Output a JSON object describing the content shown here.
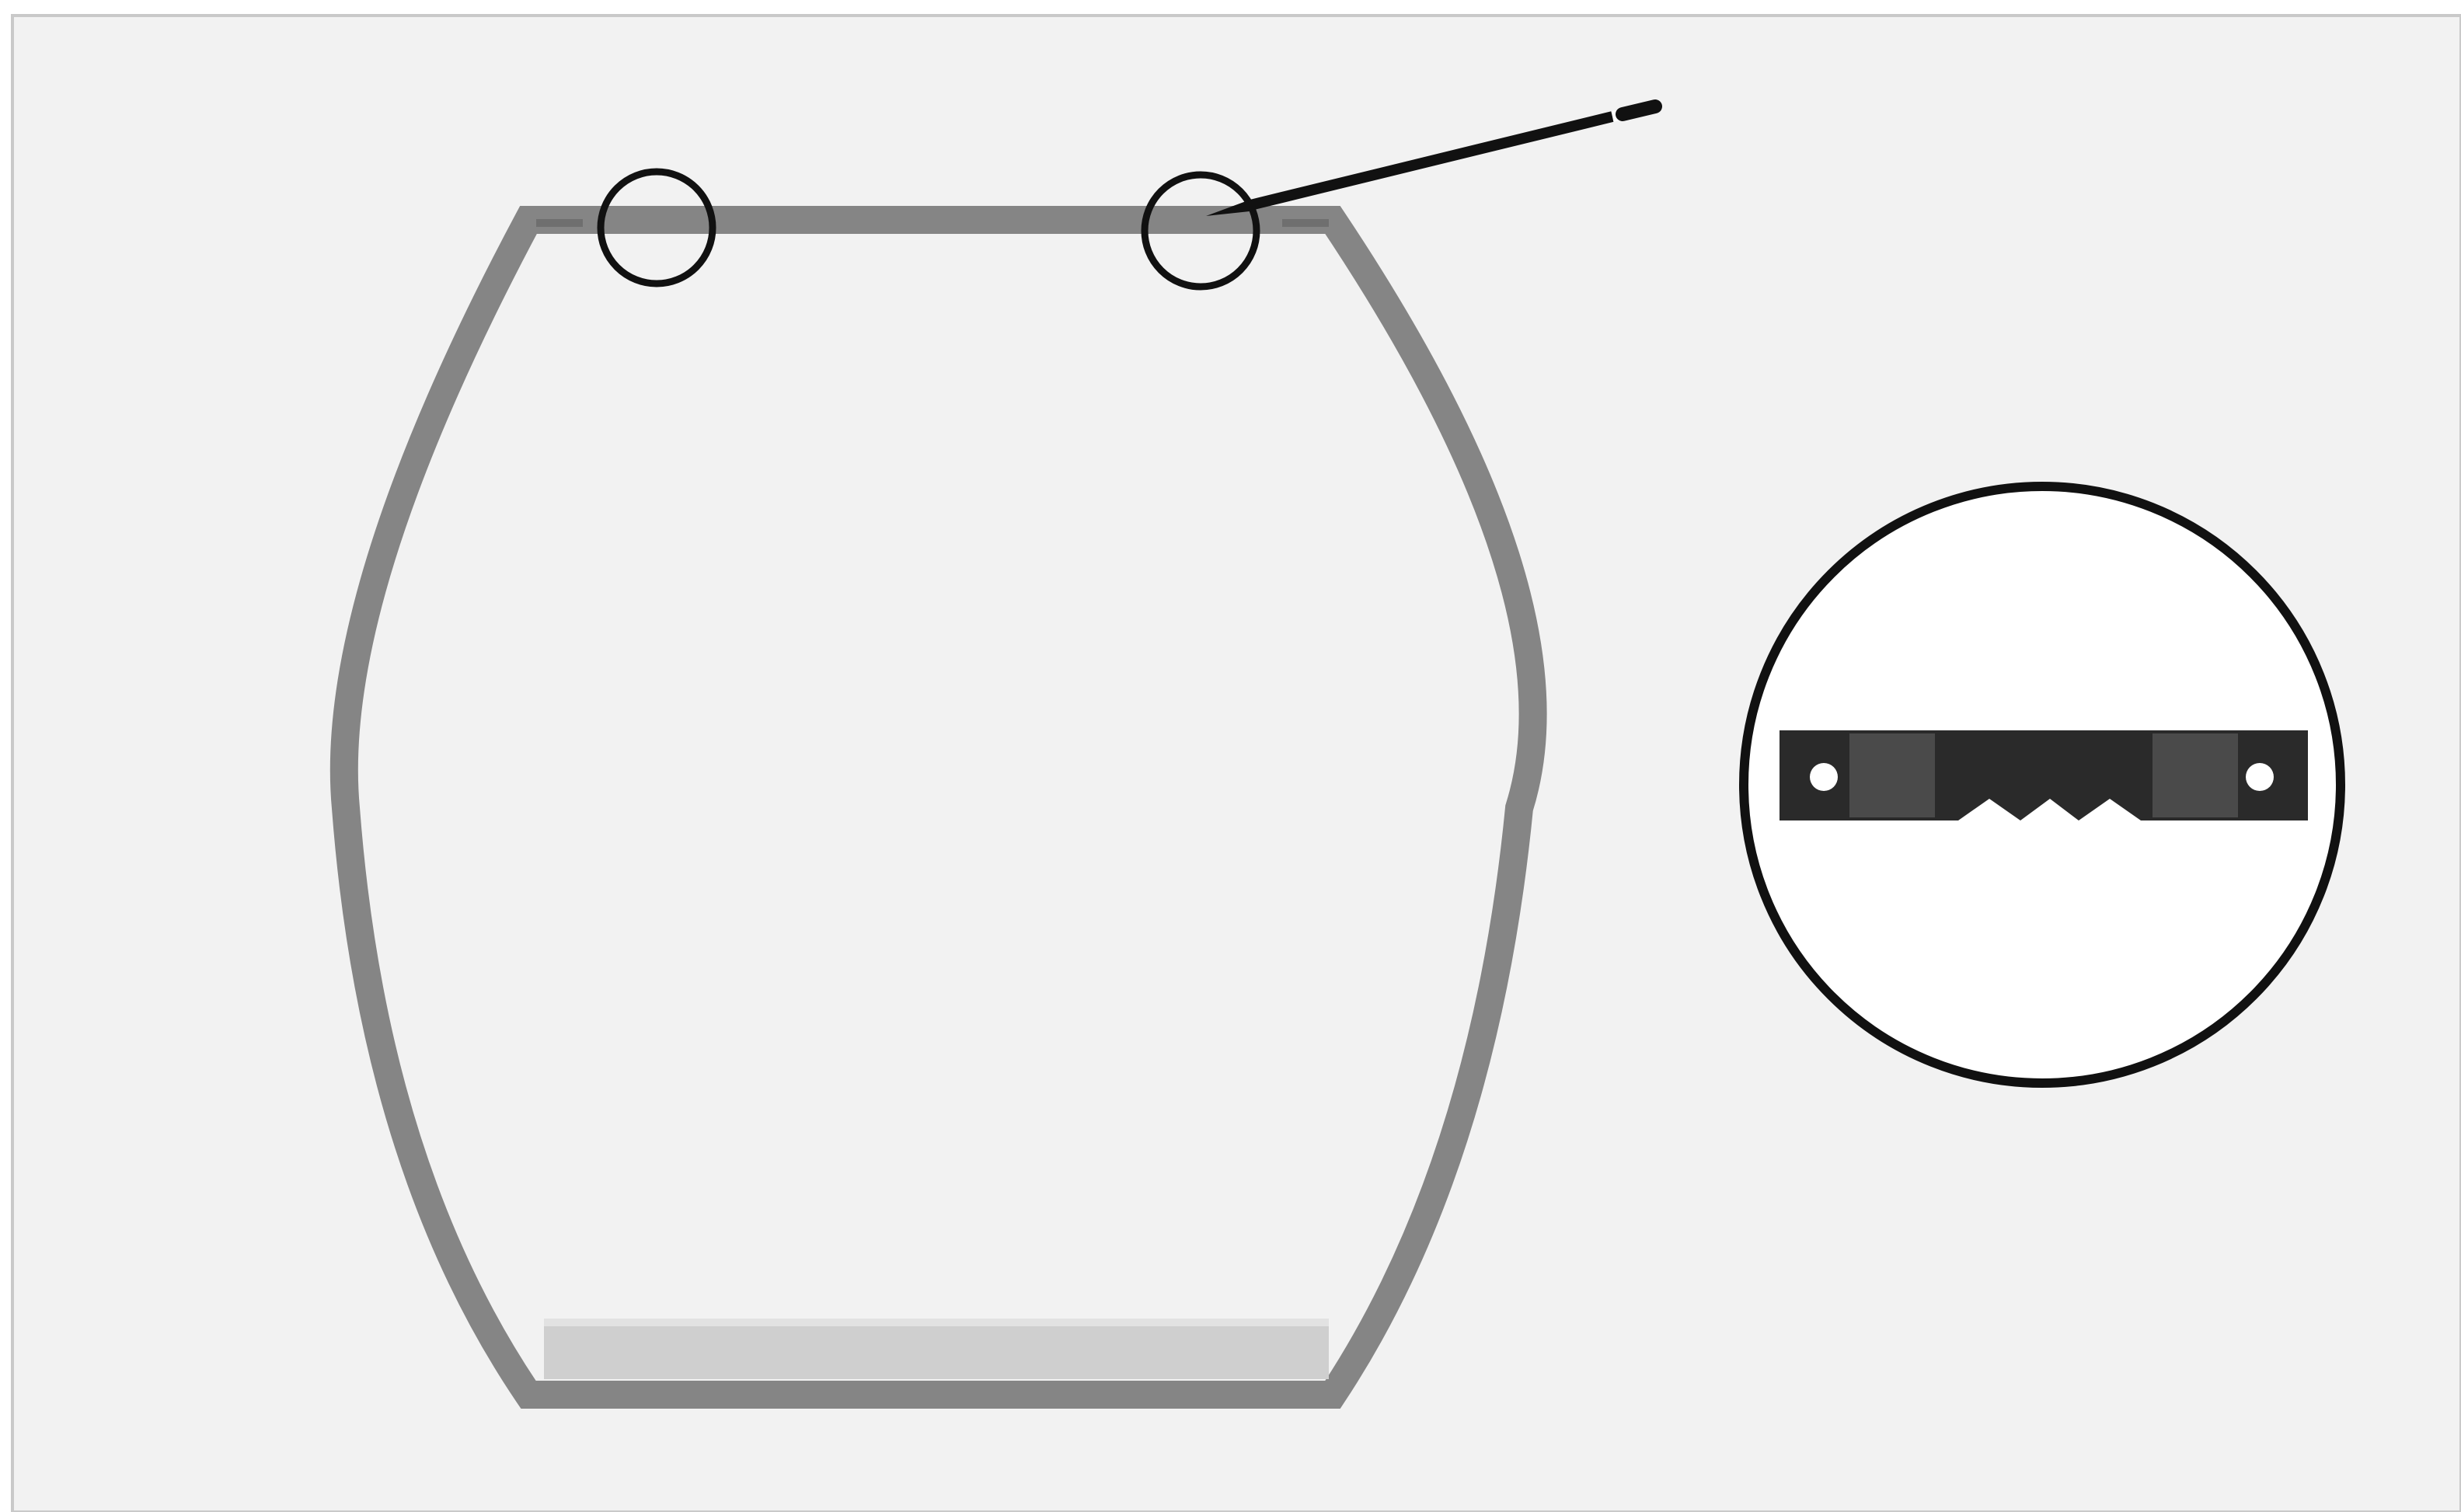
{
  "colors": {
    "page_background": "#ffffff",
    "canvas_background": "#f2f2f2",
    "canvas_border": "#c9c9c9",
    "frame_gray": "#858585",
    "frame_gray_dark": "#6f6f6f",
    "shelf_light": "#cfcfcf",
    "shelf_highlight": "#e2e2e2",
    "marker_black": "#111111",
    "callout_fill": "#ffffff",
    "hanger_dark": "#2a2a2a",
    "hanger_mid": "#4a4a4a"
  },
  "diagram": {
    "frame_shape": "barrel-shaped shelf frame",
    "markers": [
      {
        "id": "hanger-position-left",
        "shape": "circle"
      },
      {
        "id": "hanger-position-right",
        "shape": "circle"
      }
    ],
    "tool_icon": "pencil-icon",
    "callout": {
      "shape": "circle",
      "content_icon": "sawtooth-hanger-icon",
      "teeth_count": 3,
      "screw_holes": 2
    }
  }
}
